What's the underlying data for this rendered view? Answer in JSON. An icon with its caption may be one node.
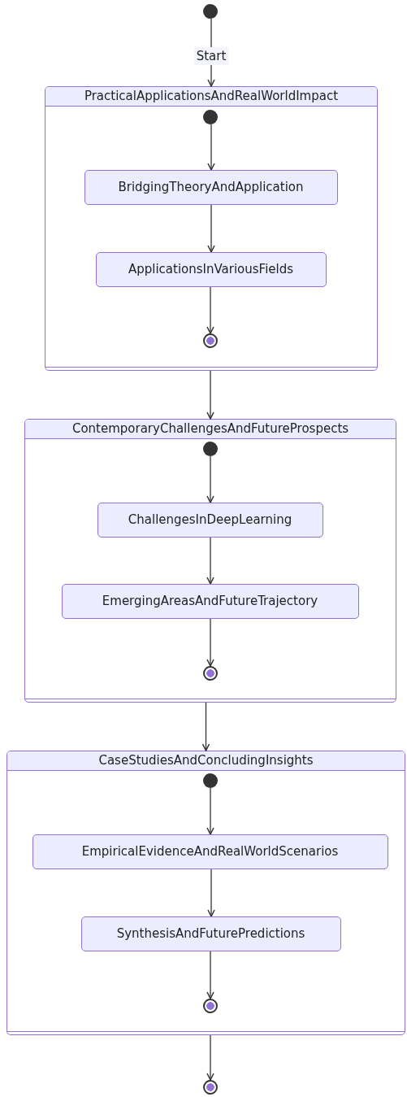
{
  "diagram": {
    "nodes": [
      {
        "text": [],
        "shape": "circle"
      },
      {
        "text": [
          "PracticalApplicationsAndRealWorldImpact"
        ]
      },
      {
        "text": [],
        "shape": "circle",
        "in": 1
      },
      {
        "text": [
          "BridgingTheoryAndApplication"
        ],
        "in": 1
      },
      {
        "text": [
          "ApplicationsInVariousFields"
        ],
        "in": 1
      },
      {
        "text": [],
        "shape": "bullseye",
        "in": 1
      },
      {
        "text": [
          "ContemporaryChallengesAndFutureProspects"
        ]
      },
      {
        "text": [],
        "shape": "circle",
        "in": 6
      },
      {
        "text": [
          "ChallengesInDeepLearning"
        ],
        "in": 6
      },
      {
        "text": [
          "EmergingAreasAndFutureTrajectory"
        ],
        "in": 6
      },
      {
        "text": [],
        "shape": "bullseye",
        "in": 6
      },
      {
        "text": [
          "CaseStudiesAndConcludingInsights"
        ]
      },
      {
        "text": [],
        "shape": "circle",
        "in": 11
      },
      {
        "text": [
          "EmpiricalEvidenceAndRealWorldScenarios"
        ],
        "in": 11
      },
      {
        "text": [
          "SynthesisAndFuturePredictions"
        ],
        "in": 11
      },
      {
        "text": [],
        "shape": "bullseye",
        "in": 11
      },
      {
        "text": [],
        "shape": "bullseye"
      }
    ],
    "edges": [
      {
        "from": 0,
        "to": 1,
        "arrow": "to",
        "label": "Start"
      },
      {
        "from": 2,
        "to": 3,
        "arrow": "to"
      },
      {
        "from": 3,
        "to": 4,
        "arrow": "to"
      },
      {
        "from": 4,
        "to": 5,
        "arrow": "to"
      },
      {
        "from": 1,
        "to": 6,
        "arrow": "to"
      },
      {
        "from": 7,
        "to": 8,
        "arrow": "to"
      },
      {
        "from": 8,
        "to": 9,
        "arrow": "to"
      },
      {
        "from": 9,
        "to": 10,
        "arrow": "to"
      },
      {
        "from": 6,
        "to": 11,
        "arrow": "to"
      },
      {
        "from": 12,
        "to": 13,
        "arrow": "to"
      },
      {
        "from": 13,
        "to": 14,
        "arrow": "to"
      },
      {
        "from": 14,
        "to": 15,
        "arrow": "to"
      },
      {
        "from": 11,
        "to": 16,
        "arrow": "to"
      }
    ]
  }
}
